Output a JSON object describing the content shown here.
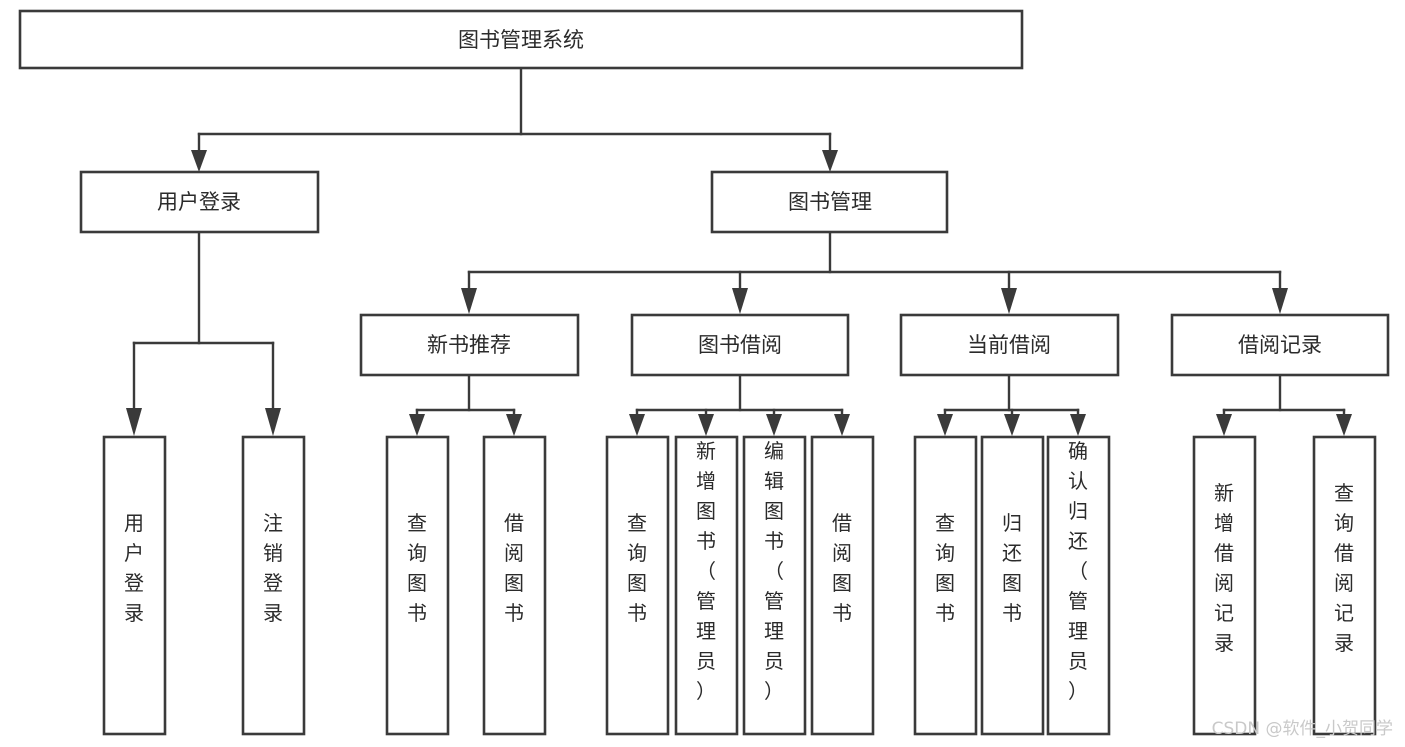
{
  "diagram": {
    "type": "tree",
    "title": "图书管理系统",
    "orientation": "top-down",
    "colors": {
      "box_fill": "#ffffff",
      "box_stroke": "#3a3a3a",
      "text": "#2b2b2b",
      "background": "#ffffff",
      "watermark": "#c9c9c9"
    },
    "root": {
      "label": "图书管理系统"
    },
    "level2": [
      {
        "label": "用户登录"
      },
      {
        "label": "图书管理"
      }
    ],
    "level3": [
      {
        "label": "新书推荐"
      },
      {
        "label": "图书借阅"
      },
      {
        "label": "当前借阅"
      },
      {
        "label": "借阅记录"
      }
    ],
    "leaves": {
      "user_login": [
        {
          "label": "用户登录"
        },
        {
          "label": "注销登录"
        }
      ],
      "new_book_recommend": [
        {
          "label": "查询图书"
        },
        {
          "label": "借阅图书"
        }
      ],
      "book_borrow": [
        {
          "label": "查询图书"
        },
        {
          "label": "新增图书（管理员）"
        },
        {
          "label": "编辑图书（管理员）"
        },
        {
          "label": "借阅图书"
        }
      ],
      "current_borrow": [
        {
          "label": "查询图书"
        },
        {
          "label": "归还图书"
        },
        {
          "label": "确认归还（管理员）"
        }
      ],
      "borrow_record": [
        {
          "label": "新增借阅记录"
        },
        {
          "label": "查询借阅记录"
        }
      ]
    }
  },
  "watermark": {
    "text": "CSDN @软件_小贺同学"
  }
}
